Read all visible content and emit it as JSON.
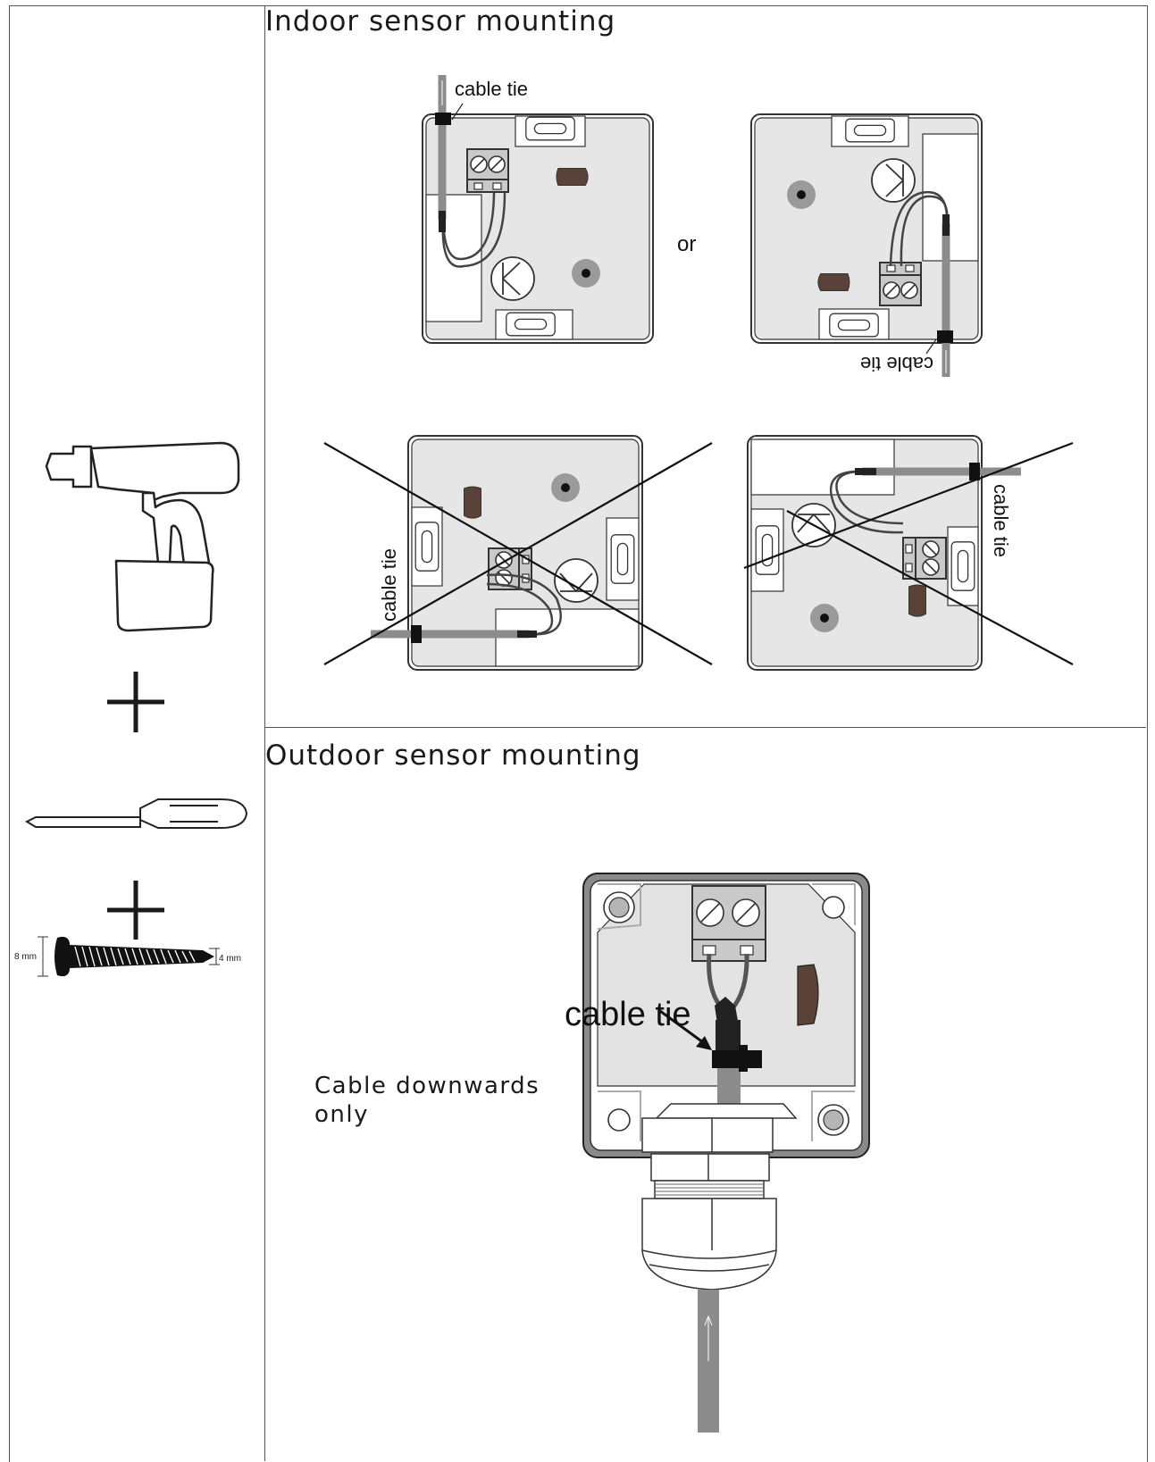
{
  "indoor": {
    "title": "Indoor sensor mounting",
    "or_label": "or",
    "cable_tie_label": "cable tie"
  },
  "outdoor": {
    "title": "Outdoor sensor mounting",
    "cable_tie_label": "cable tie",
    "note_line1": "Cable downwards",
    "note_line2": "only"
  },
  "tools": {
    "screw_head_size": "8 mm",
    "screw_tip_size": "4 mm",
    "icons": [
      "drill-icon",
      "plus-icon",
      "screwdriver-icon",
      "plus-icon",
      "screw-icon"
    ]
  },
  "colors": {
    "panel_fill": "#e6e6e6",
    "cable": "#8c8c8c",
    "outline": "#333333",
    "wood": "#5a4238"
  }
}
